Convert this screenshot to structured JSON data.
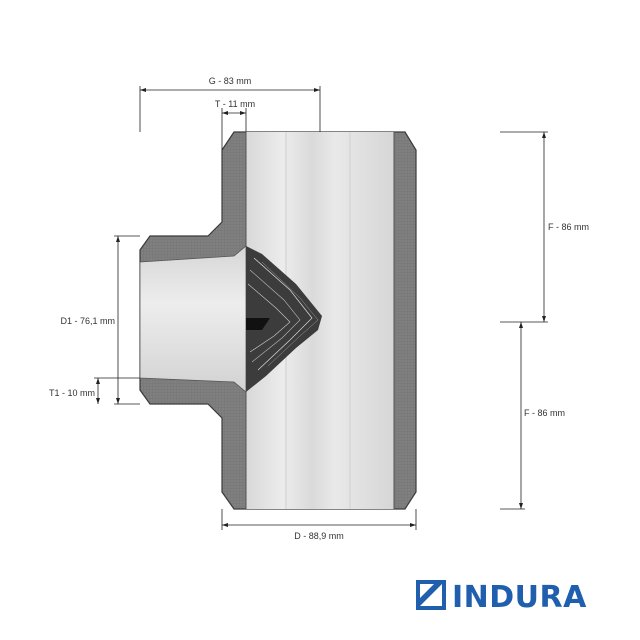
{
  "dimensions": {
    "g": "G - 83 mm",
    "t": "T - 11 mm",
    "f_upper": "F - 86 mm",
    "f_lower": "F - 86 mm",
    "d1": "D1 - 76,1 mm",
    "t1": "T1 - 10 mm",
    "d": "D - 88,9 mm"
  },
  "brand": {
    "name": "INDURA",
    "logo_icon": "indura-logo-icon"
  },
  "colors": {
    "wall": "#7d7d7d",
    "bore": "#e4e4e4",
    "dimension_line": "#222222",
    "brand": "#1f5fae"
  }
}
